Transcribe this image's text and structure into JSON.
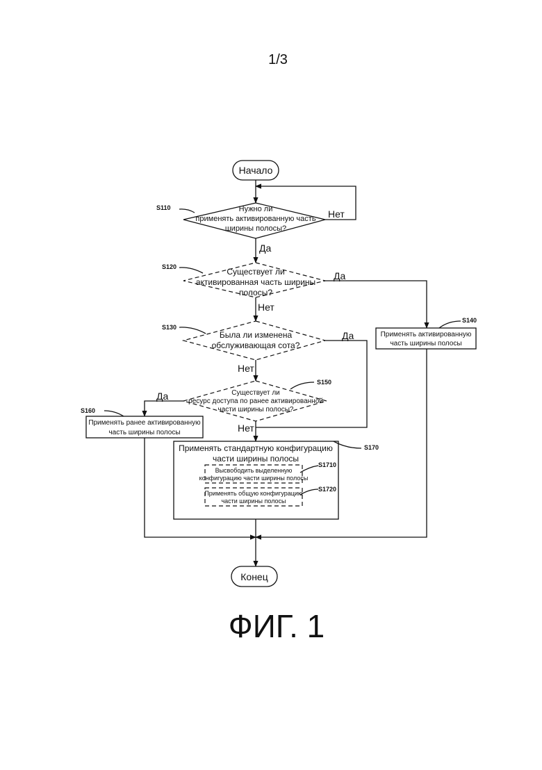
{
  "page_number": "1/3",
  "figure_caption": "ФИГ. 1",
  "start": "Начало",
  "end": "Конец",
  "steps": {
    "s110": {
      "label": "S110",
      "lines": [
        "Нужно ли",
        "применять активированную часть",
        "ширины полосы?"
      ]
    },
    "s120": {
      "label": "S120",
      "lines": [
        "Существует ли",
        "активированная часть ширины",
        "полосы?"
      ]
    },
    "s130": {
      "label": "S130",
      "lines": [
        "Была ли изменена",
        "обслуживающая сота?"
      ]
    },
    "s140": {
      "label": "S140",
      "lines": [
        "Применять активированную",
        "часть ширины полосы"
      ]
    },
    "s150": {
      "label": "S150",
      "lines": [
        "Существует ли",
        "ресурс доступа по ранее активированной",
        "части ширины полосы?"
      ]
    },
    "s160": {
      "label": "S160",
      "lines": [
        "Применять ранее активированную",
        "часть ширины полосы"
      ]
    },
    "s170": {
      "label": "S170",
      "lines": [
        "Применять стандартную конфигурацию",
        "части ширины полосы"
      ]
    },
    "s1710": {
      "label": "S1710",
      "lines": [
        "Высвободить выделенную",
        "конфигурацию части ширины полосы"
      ]
    },
    "s1720": {
      "label": "S1720",
      "lines": [
        "Применять общую конфигурацию",
        "части ширины полосы"
      ]
    }
  },
  "branches": {
    "s110_no": "Нет",
    "s110_yes": "Да",
    "s120_yes": "Да",
    "s120_no": "Нет",
    "s130_yes": "Да",
    "s130_no": "Нет",
    "s150_yes": "Да",
    "s150_no": "Нет"
  }
}
